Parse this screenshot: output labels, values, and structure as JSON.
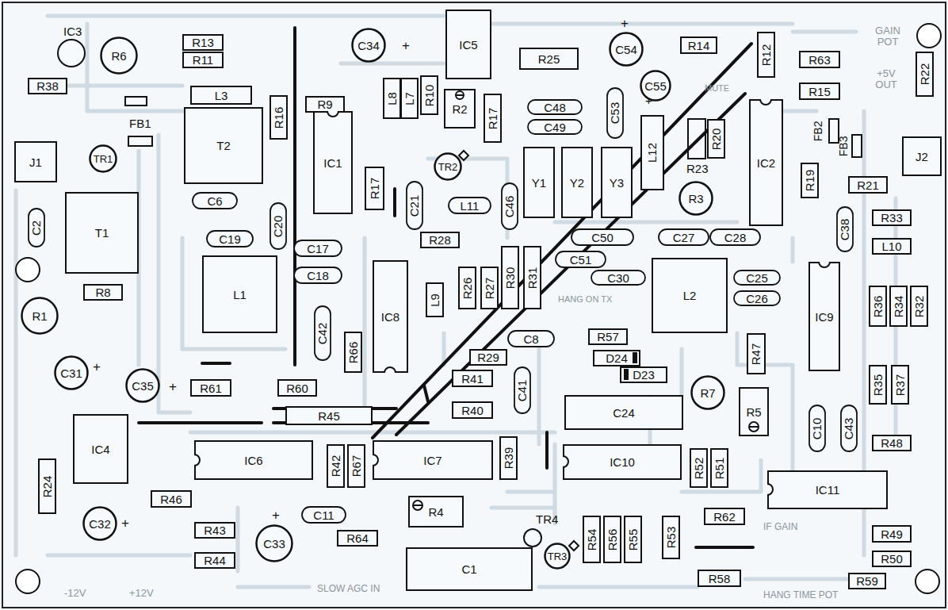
{
  "diagram": {
    "nodes": [
      {
        "text": [
          "R13"
        ]
      },
      {
        "text": [
          "R11"
        ]
      },
      {
        "text": [
          "C34"
        ]
      },
      {
        "text": [
          "IC5"
        ]
      },
      {
        "text": [
          "R25"
        ]
      },
      {
        "text": [
          "C54"
        ]
      },
      {
        "text": [
          "R14"
        ]
      },
      {
        "text": [
          "R12"
        ]
      },
      {
        "text": [
          "R63"
        ]
      },
      {
        "text": [
          "R22"
        ]
      },
      {
        "text": [
          "R38"
        ]
      },
      {
        "text": [
          "R6"
        ]
      },
      {
        "text": [
          "C55"
        ]
      },
      {
        "text": [
          "L3"
        ]
      },
      {
        "text": [
          "R16"
        ]
      },
      {
        "text": [
          "R9"
        ]
      },
      {
        "text": [
          "L8"
        ]
      },
      {
        "text": [
          "L7"
        ]
      },
      {
        "text": [
          "R10"
        ]
      },
      {
        "text": [
          "R2"
        ]
      },
      {
        "text": [
          "R17"
        ]
      },
      {
        "text": [
          "C48"
        ]
      },
      {
        "text": [
          "C49"
        ]
      },
      {
        "text": [
          "C53"
        ]
      },
      {
        "text": [
          "R15"
        ]
      },
      {
        "text": [
          "J1"
        ]
      },
      {
        "text": [
          "TR1"
        ]
      },
      {
        "text": [
          "T2"
        ]
      },
      {
        "text": [
          "IC1"
        ]
      },
      {
        "text": [
          "TR2"
        ]
      },
      {
        "text": [
          "Y1"
        ]
      },
      {
        "text": [
          "Y2"
        ]
      },
      {
        "text": [
          "Y3"
        ]
      },
      {
        "text": [
          "L12"
        ]
      },
      {
        "text": [
          "R20"
        ]
      },
      {
        "text": [
          "IC2"
        ]
      },
      {
        "text": [
          "R19"
        ]
      },
      {
        "text": [
          "J2"
        ]
      },
      {
        "text": [
          "R21"
        ]
      },
      {
        "text": [
          "C6"
        ]
      },
      {
        "text": [
          "C2"
        ]
      },
      {
        "text": [
          "T1"
        ]
      },
      {
        "text": [
          "C20"
        ]
      },
      {
        "text": [
          "R17"
        ]
      },
      {
        "text": [
          "C21"
        ]
      },
      {
        "text": [
          "L11"
        ]
      },
      {
        "text": [
          "C46"
        ]
      },
      {
        "text": [
          "R3"
        ]
      },
      {
        "text": [
          "R33"
        ]
      },
      {
        "text": [
          "C38"
        ]
      },
      {
        "text": [
          "C19"
        ]
      },
      {
        "text": [
          "C17"
        ]
      },
      {
        "text": [
          "C18"
        ]
      },
      {
        "text": [
          "R28"
        ]
      },
      {
        "text": [
          "C50"
        ]
      },
      {
        "text": [
          "C27"
        ]
      },
      {
        "text": [
          "C28"
        ]
      },
      {
        "text": [
          "L10"
        ]
      },
      {
        "text": [
          "C51"
        ]
      },
      {
        "text": [
          "L1"
        ]
      },
      {
        "text": [
          "IC8"
        ]
      },
      {
        "text": [
          "L9"
        ]
      },
      {
        "text": [
          "R26"
        ]
      },
      {
        "text": [
          "R27"
        ]
      },
      {
        "text": [
          "R30"
        ]
      },
      {
        "text": [
          "R31"
        ]
      },
      {
        "text": [
          "C30"
        ]
      },
      {
        "text": [
          "L2"
        ]
      },
      {
        "text": [
          "C25"
        ]
      },
      {
        "text": [
          "C26"
        ]
      },
      {
        "text": [
          "IC9"
        ]
      },
      {
        "text": [
          "R36"
        ]
      },
      {
        "text": [
          "R34"
        ]
      },
      {
        "text": [
          "R32"
        ]
      },
      {
        "text": [
          "R1"
        ]
      },
      {
        "text": [
          "R8"
        ]
      },
      {
        "text": [
          "C42"
        ]
      },
      {
        "text": [
          "R66"
        ]
      },
      {
        "text": [
          "C8"
        ]
      },
      {
        "text": [
          "R57"
        ]
      },
      {
        "text": [
          "R29"
        ]
      },
      {
        "text": [
          "D24"
        ]
      },
      {
        "text": [
          "D23"
        ]
      },
      {
        "text": [
          "R47"
        ]
      },
      {
        "text": [
          "C31"
        ]
      },
      {
        "text": [
          "C35"
        ]
      },
      {
        "text": [
          "R61"
        ]
      },
      {
        "text": [
          "R60"
        ]
      },
      {
        "text": [
          "R41"
        ]
      },
      {
        "text": [
          "C41"
        ]
      },
      {
        "text": [
          "R7"
        ]
      },
      {
        "text": [
          "R5"
        ]
      },
      {
        "text": [
          "R35"
        ]
      },
      {
        "text": [
          "R37"
        ]
      },
      {
        "text": [
          "R40"
        ]
      },
      {
        "text": [
          "C24"
        ]
      },
      {
        "text": [
          "R45"
        ]
      },
      {
        "text": [
          "C10"
        ]
      },
      {
        "text": [
          "C43"
        ]
      },
      {
        "text": [
          "IC4"
        ]
      },
      {
        "text": [
          "R48"
        ]
      },
      {
        "text": [
          "IC6"
        ]
      },
      {
        "text": [
          "R42"
        ]
      },
      {
        "text": [
          "R67"
        ]
      },
      {
        "text": [
          "IC7"
        ]
      },
      {
        "text": [
          "R39"
        ]
      },
      {
        "text": [
          "IC10"
        ]
      },
      {
        "text": [
          "R52"
        ]
      },
      {
        "text": [
          "R51"
        ]
      },
      {
        "text": [
          "R24"
        ]
      },
      {
        "text": [
          "IC11"
        ]
      },
      {
        "text": [
          "R46"
        ]
      },
      {
        "text": [
          "R4"
        ]
      },
      {
        "text": [
          "C11"
        ]
      },
      {
        "text": [
          "R62"
        ]
      },
      {
        "text": [
          "R54"
        ]
      },
      {
        "text": [
          "R56"
        ]
      },
      {
        "text": [
          "R55"
        ]
      },
      {
        "text": [
          "R53"
        ]
      },
      {
        "text": [
          "C32"
        ]
      },
      {
        "text": [
          "R43"
        ]
      },
      {
        "text": [
          "R49"
        ]
      },
      {
        "text": [
          "C33"
        ]
      },
      {
        "text": [
          "R64"
        ]
      },
      {
        "text": [
          "TR3"
        ]
      },
      {
        "text": [
          "R44"
        ]
      },
      {
        "text": [
          "C1"
        ]
      },
      {
        "text": [
          "R50"
        ]
      },
      {
        "text": [
          "R58"
        ]
      },
      {
        "text": [
          "R59"
        ]
      }
    ],
    "labels": [
      "IC3",
      "TR4",
      "FB1",
      "FB2",
      "FB3",
      "GAIN POT",
      "+5V OUT",
      "MUTE",
      "HANG ON TX",
      "IF GAIN",
      "HANG TIME POT",
      "SLOW AGC IN",
      "-12V",
      "+12V",
      "+",
      "+",
      "+",
      "+",
      "+",
      "+",
      "+",
      "R23"
    ]
  }
}
